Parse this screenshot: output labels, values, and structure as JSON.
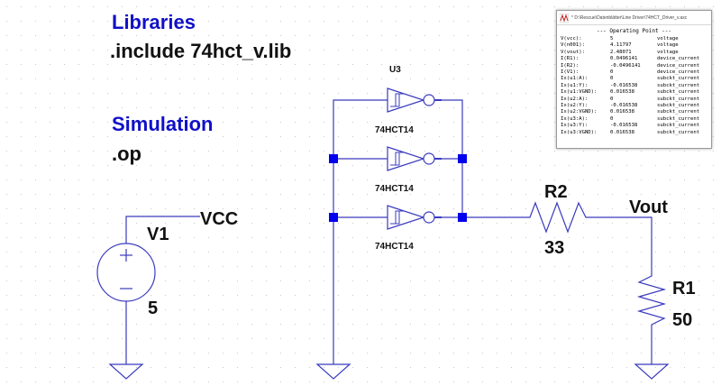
{
  "directives": {
    "libraries_heading": "Libraries",
    "include_line": ".include 74hct_v.lib",
    "simulation_heading": "Simulation",
    "sim_command": ".op"
  },
  "components": {
    "source_name": "V1",
    "source_value": "5",
    "net_vcc": "VCC",
    "net_vout": "Vout",
    "r2_name": "R2",
    "r2_value": "33",
    "r1_name": "R1",
    "r1_value": "50",
    "gate_ref": "U3",
    "gate1_part": "74HCT14",
    "gate2_part": "74HCT14",
    "gate3_part": "74HCT14"
  },
  "op_window": {
    "title": "* D:\\Rescue\\Datenblätter\\Line Driver\\74HCT_Driver_v.asc",
    "header": "--- Operating Point ---",
    "rows": [
      {
        "name": "V(vcc):",
        "value": "5",
        "type": "voltage"
      },
      {
        "name": "V(n001):",
        "value": "4.11797",
        "type": "voltage"
      },
      {
        "name": "V(vout):",
        "value": "2.48071",
        "type": "voltage"
      },
      {
        "name": "I(R1):",
        "value": "0.0496141",
        "type": "device_current"
      },
      {
        "name": "I(R2):",
        "value": "-0.0496141",
        "type": "device_current"
      },
      {
        "name": "I(V1):",
        "value": "0",
        "type": "device_current"
      },
      {
        "name": "Ix(u1:A):",
        "value": "0",
        "type": "subckt_current"
      },
      {
        "name": "Ix(u1:Y):",
        "value": "-0.016538",
        "type": "subckt_current"
      },
      {
        "name": "Ix(u1:VGND):",
        "value": "0.016538",
        "type": "subckt_current"
      },
      {
        "name": "Ix(u2:A):",
        "value": "0",
        "type": "subckt_current"
      },
      {
        "name": "Ix(u2:Y):",
        "value": "-0.016538",
        "type": "subckt_current"
      },
      {
        "name": "Ix(u2:VGND):",
        "value": "0.016538",
        "type": "subckt_current"
      },
      {
        "name": "Ix(u3:A):",
        "value": "0",
        "type": "subckt_current"
      },
      {
        "name": "Ix(u3:Y):",
        "value": "-0.016538",
        "type": "subckt_current"
      },
      {
        "name": "Ix(u3:VGND):",
        "value": "0.016538",
        "type": "subckt_current"
      }
    ]
  },
  "colors": {
    "wire": "#3b3bbf",
    "junction": "#0000ee",
    "directive_text": "#1010c8",
    "dots": "#c8c8c8"
  },
  "icons": {
    "app_icon": "ltspice-icon",
    "source": "voltage-source-symbol",
    "resistor": "resistor-symbol",
    "ground": "ground-symbol",
    "inverter": "schmitt-inverter-symbol"
  }
}
